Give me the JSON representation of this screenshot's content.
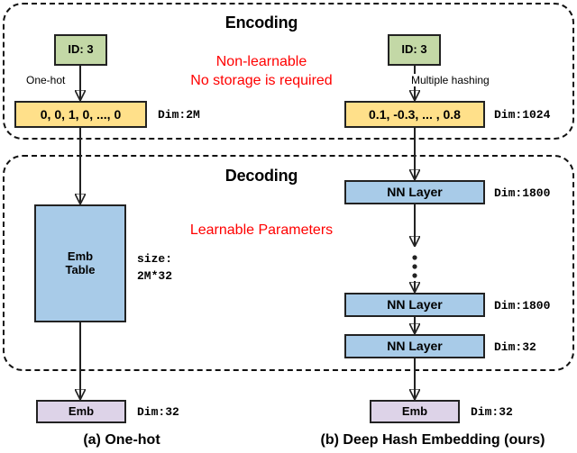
{
  "figure": {
    "sections": [
      {
        "id": "encoding",
        "title": "Encoding"
      },
      {
        "id": "decoding",
        "title": "Decoding"
      }
    ],
    "annotations": {
      "non_learnable": "Non-learnable",
      "no_storage": "No storage is required",
      "learnable": "Learnable Parameters",
      "color": "#ff0000"
    },
    "captions": {
      "left": "(a) One-hot",
      "right": "(b) Deep Hash Embedding (ours)"
    },
    "left_pipeline": {
      "id_box": "ID: 3",
      "edge_label": "One-hot",
      "vector": "0, 0, 1, 0, ..., 0",
      "vector_dim": "Dim:2M",
      "table_line1": "Emb",
      "table_line2": "Table",
      "size_line1": "size:",
      "size_line2": "2M*32",
      "emb": "Emb",
      "emb_dim": "Dim:32"
    },
    "right_pipeline": {
      "id_box": "ID: 3",
      "edge_label": "Multiple hashing",
      "vector": "0.1, -0.3, ... , 0.8",
      "vector_dim": "Dim:1024",
      "layers": [
        {
          "label": "NN Layer",
          "dim": "Dim:1800"
        },
        {
          "label": "NN Layer",
          "dim": "Dim:1800"
        },
        {
          "label": "NN Layer",
          "dim": "Dim:32"
        }
      ],
      "ellipsis": "vertical-dots",
      "emb": "Emb",
      "emb_dim": "Dim:32"
    },
    "colors": {
      "id_box": "#c3d8a6",
      "vector_box": "#ffe08a",
      "table_box": "#a8cbe8",
      "nn_layer_box": "#a8cbe8",
      "emb_box": "#ddd3e8",
      "stroke": "#222222",
      "frame": "#111111"
    }
  }
}
